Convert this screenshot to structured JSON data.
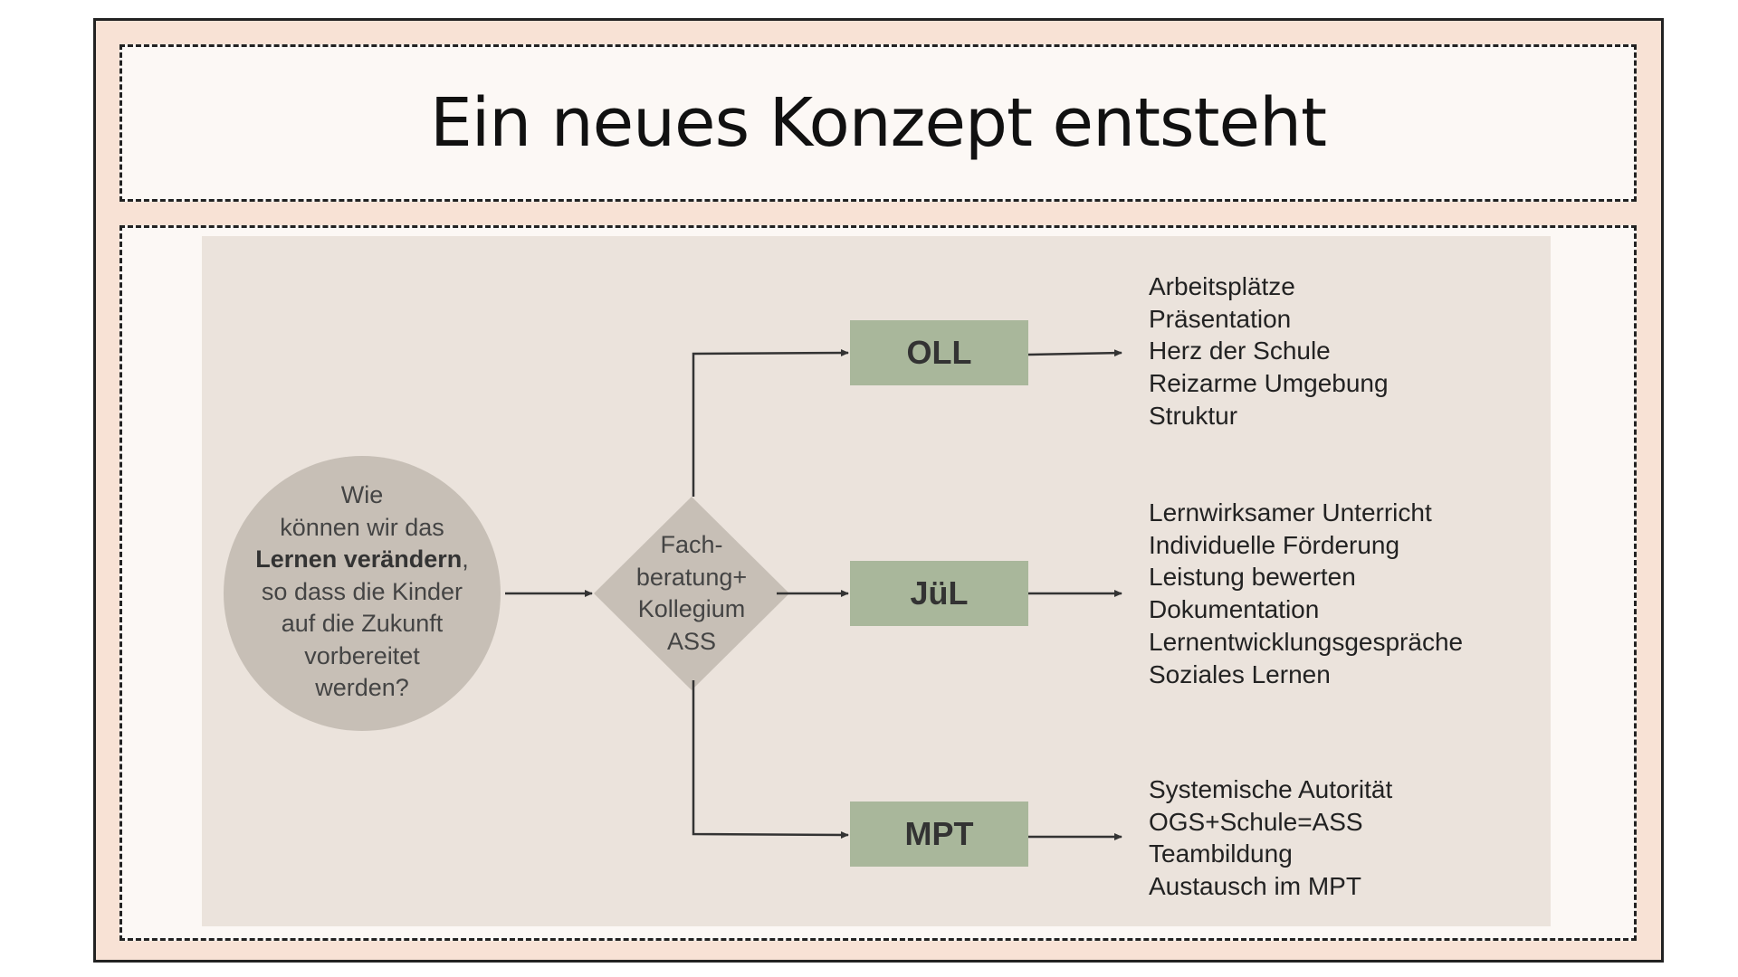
{
  "title": "Ein neues Konzept entsteht",
  "question": {
    "line1": "Wie",
    "line2": "können wir das",
    "bold": "Lernen verändern",
    "comma": ",",
    "line4": "so dass die Kinder",
    "line5": "auf die Zukunft",
    "line6": "vorbereitet",
    "line7": "werden?"
  },
  "decision": [
    "Fach-",
    "beratung+",
    "Kollegium",
    "ASS"
  ],
  "branches": [
    {
      "label": "OLL",
      "items": [
        "Arbeitsplätze",
        "Präsentation",
        "Herz der Schule",
        "Reizarme Umgebung",
        "Struktur"
      ]
    },
    {
      "label": "JüL",
      "items": [
        "Lernwirksamer Unterricht",
        "Individuelle Förderung",
        "Leistung bewerten",
        "Dokumentation",
        "Lernentwicklungsgespräche",
        "Soziales Lernen"
      ]
    },
    {
      "label": "MPT",
      "items": [
        "Systemische Autorität",
        "OGS+Schule=ASS",
        "Teambildung",
        "Austausch im MPT"
      ]
    }
  ],
  "colors": {
    "background": "#f8e2d5",
    "panel": "#ebe3dc",
    "shape": "#c7bfb6",
    "box": "#a9b79b"
  }
}
